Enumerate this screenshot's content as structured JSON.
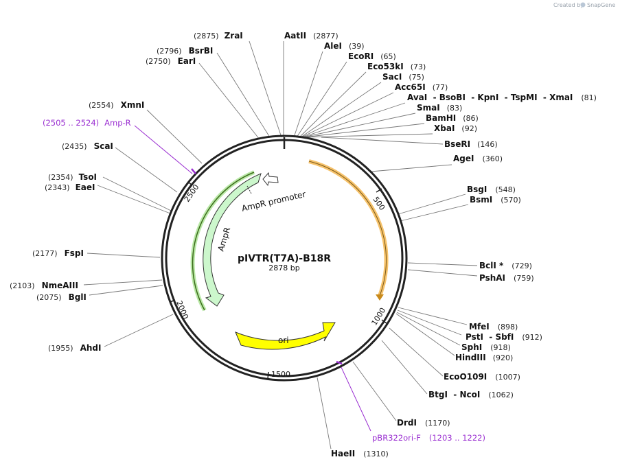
{
  "credit": {
    "text": "Created by",
    "brand": "SnapGene"
  },
  "plasmid": {
    "name": "pIVTR(T7A)-B18R",
    "size": "2878 bp",
    "length": 2878
  },
  "ticks": [
    "500",
    "1000",
    "1500",
    "2000",
    "2500"
  ],
  "features": [
    {
      "name": "AmpR",
      "label": "AmpR",
      "color": "#ccf7cc",
      "dark": "#3b6b1a"
    },
    {
      "name": "AmpR promoter",
      "label": "AmpR promoter",
      "color": "#ffffff"
    },
    {
      "name": "ori",
      "label": "ori",
      "color": "#ffff00"
    },
    {
      "name": "orange-arc",
      "label": "",
      "color": "#f6c26b"
    }
  ],
  "sites": [
    {
      "name": "ZraI",
      "pos": "(2875)"
    },
    {
      "name": "AatII",
      "pos": "(2877)"
    },
    {
      "name": "AleI",
      "pos": "(39)"
    },
    {
      "name": "EcoRI",
      "pos": "(65)"
    },
    {
      "name": "Eco53kI",
      "pos": "(73)"
    },
    {
      "name": "SacI",
      "pos": "(75)"
    },
    {
      "name": "Acc65I",
      "pos": "(77)"
    },
    {
      "name": "AvaI  - BsoBI  - KpnI  - TspMI  - XmaI",
      "pos": "(81)"
    },
    {
      "name": "SmaI",
      "pos": "(83)"
    },
    {
      "name": "BamHI",
      "pos": "(86)"
    },
    {
      "name": "XbaI",
      "pos": "(92)"
    },
    {
      "name": "BseRI",
      "pos": "(146)"
    },
    {
      "name": "AgeI",
      "pos": "(360)"
    },
    {
      "name": "BsgI",
      "pos": "(548)"
    },
    {
      "name": "BsmI",
      "pos": "(570)"
    },
    {
      "name": "BclI *",
      "pos": "(729)"
    },
    {
      "name": "PshAI",
      "pos": "(759)"
    },
    {
      "name": "MfeI",
      "pos": "(898)"
    },
    {
      "name": "PstI  - SbfI",
      "pos": "(912)"
    },
    {
      "name": "SphI",
      "pos": "(918)"
    },
    {
      "name": "HindIII",
      "pos": "(920)"
    },
    {
      "name": "EcoO109I",
      "pos": "(1007)"
    },
    {
      "name": "BtgI  - NcoI",
      "pos": "(1062)"
    },
    {
      "name": "DrdI",
      "pos": "(1170)"
    },
    {
      "name": "HaeII",
      "pos": "(1310)"
    },
    {
      "name": "AhdI",
      "pos": "(1955)"
    },
    {
      "name": "BglI",
      "pos": "(2075)"
    },
    {
      "name": "NmeAIII",
      "pos": "(2103)"
    },
    {
      "name": "FspI",
      "pos": "(2177)"
    },
    {
      "name": "EaeI",
      "pos": "(2343)"
    },
    {
      "name": "TsoI",
      "pos": "(2354)"
    },
    {
      "name": "ScaI",
      "pos": "(2435)"
    },
    {
      "name": "XmnI",
      "pos": "(2554)"
    },
    {
      "name": "EarI",
      "pos": "(2750)"
    },
    {
      "name": "BsrBI",
      "pos": "(2796)"
    }
  ],
  "primers": [
    {
      "name": "Amp-R",
      "pos": "(2505 .. 2524)",
      "color": "#9a2fd1"
    },
    {
      "name": "pBR322ori-F",
      "pos": "(1203 .. 1222)",
      "color": "#9a2fd1"
    }
  ]
}
